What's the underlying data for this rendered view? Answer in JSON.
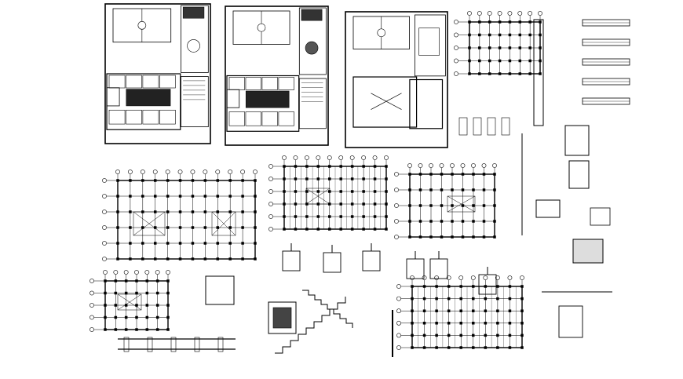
{
  "drawing": {
    "background": "#ffffff",
    "line_color": "#000000",
    "sheets": [
      {
        "id": "site-plan-1",
        "kind": "site-plan"
      },
      {
        "id": "site-plan-2",
        "kind": "site-plan"
      },
      {
        "id": "site-plan-3",
        "kind": "site-plan"
      },
      {
        "id": "structural-grid-a",
        "kind": "column-grid"
      },
      {
        "id": "structural-grid-b",
        "kind": "column-grid"
      },
      {
        "id": "structural-grid-c",
        "kind": "column-grid"
      },
      {
        "id": "structural-grid-d",
        "kind": "column-grid"
      },
      {
        "id": "structural-grid-e",
        "kind": "column-grid"
      },
      {
        "id": "beam-details",
        "kind": "details"
      },
      {
        "id": "stair-section",
        "kind": "section"
      },
      {
        "id": "footing-details",
        "kind": "details"
      }
    ]
  }
}
